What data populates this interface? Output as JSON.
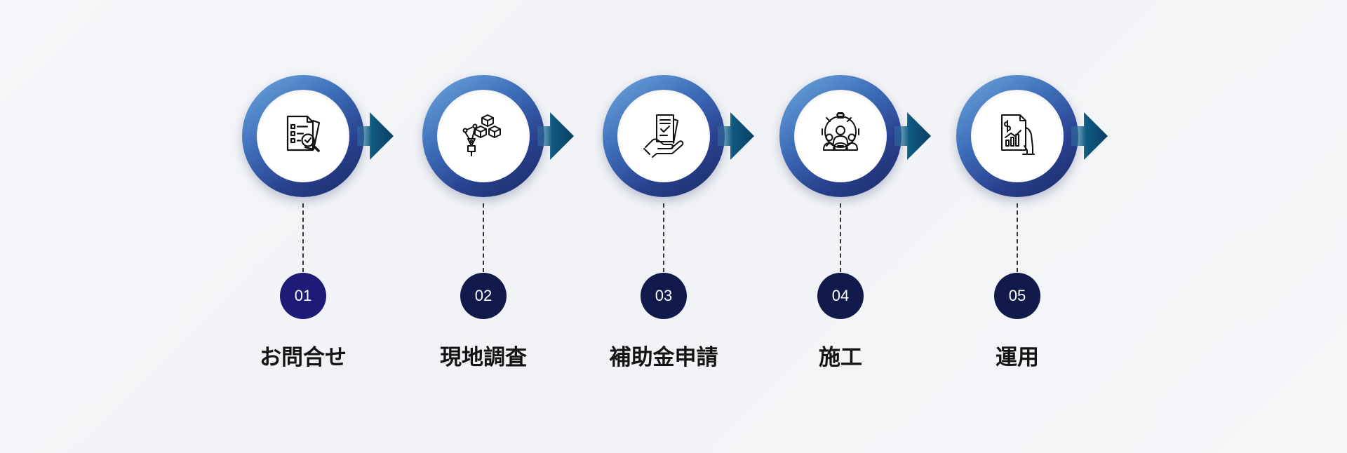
{
  "steps": [
    {
      "number": "01",
      "label": "お問合せ",
      "icon": "document-check-magnifier-icon"
    },
    {
      "number": "02",
      "label": "現地調査",
      "icon": "pen-tool-cubes-icon"
    },
    {
      "number": "03",
      "label": "補助金申請",
      "icon": "hand-holding-document-icon"
    },
    {
      "number": "04",
      "label": "施工",
      "icon": "team-gear-icon"
    },
    {
      "number": "05",
      "label": "運用",
      "icon": "financial-report-icon"
    }
  ],
  "colors": {
    "ring_light": "#6ea9df",
    "ring_dark": "#1a2a63",
    "arrow": "#0f5a80",
    "number_badge": "#111a4a",
    "number_badge_first": "#201a78",
    "label_text": "#141414"
  }
}
